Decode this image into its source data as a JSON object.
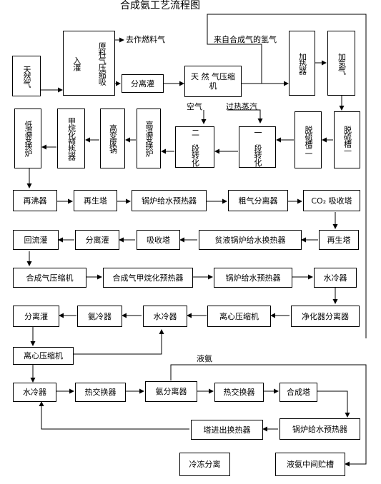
{
  "title": "合成氨工艺流程图",
  "boxes": {
    "natural_gas": "天然气",
    "inlet_tank": "入灌",
    "feed_gas_compressor": "原料气压缩吸",
    "fuel_gas_label": "去作燃料气",
    "separator_tank_1": "分离灌",
    "natural_gas_compressor": "天 然 气压缩机",
    "syn_gas_hydrogen_label": "来自合成气的氢气",
    "heating_furnace": "加热器",
    "hydrogenator": "加氢气",
    "desulfurizer_1": "脱硫槽一",
    "desulfurizer_2": "脱硫槽二",
    "primary_reformer": "一 段转化炉",
    "secondary_reformer": "二 段转化炉",
    "air_label": "空气",
    "superheated_steam_label": "过热蒸汽",
    "ht_shift": "高温变换炉",
    "waste_heat_boiler": "高变废锅",
    "methanator_preheater": "甲烷化预热器",
    "lt_shift": "低温变换炉",
    "reboiler": "再沸器",
    "regen_tower_1": "再生塔",
    "boiler_water_preheater_1": "锅炉给水预热器",
    "crude_gas_separator": "粗气分离器",
    "co2_absorber": "CO₂ 吸收塔",
    "regen_tower_2": "再生塔",
    "lean_solution_exchanger": "贫液锅炉给水换热器",
    "absorber": "吸收塔",
    "separator_tank_2": "分离灌",
    "reflux_tank": "回流灌",
    "syngas_compressor": "合成气压缩机",
    "syngas_methanation_preheater": "合成气甲烷化预热器",
    "boiler_water_preheater_2": "锅炉给水预热器",
    "water_cooler_1": "水冷器",
    "purifier_separator": "净化器分离器",
    "centrifugal_compressor_1": "离心压缩机",
    "water_cooler_2": "水冷器",
    "ammonia_cooler": "氨冷器",
    "separator_tank_3": "分离灌",
    "centrifugal_compressor_2": "离心压缩机",
    "liquid_ammonia_label": "液氨",
    "water_cooler_3": "水冷器",
    "heat_exchanger_1": "热交换器",
    "ammonia_separator": "氨分离器",
    "heat_exchanger_2": "热交换器",
    "synthesis_tower": "合成塔",
    "tower_inlet_exchanger": "塔进出换热器",
    "boiler_water_preheater_3": "锅炉给水预热器",
    "frozen_separation": "冷冻分离",
    "liquid_ammonia_tank": "液氨中间贮槽"
  }
}
